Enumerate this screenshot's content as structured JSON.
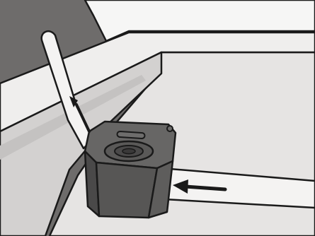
{
  "figure": {
    "description_visible_text": [],
    "colors": {
      "outline": "#1a1a1a",
      "dark_wall": "#6e6c6b",
      "floor": "#e6e4e3",
      "ledge_top": "#efeeed",
      "ledge_face": "#d3d1d0",
      "strap": "#f4f3f2",
      "block_top": "#676665",
      "block_side": "#575655",
      "block_side_dark": "#4a4949",
      "block_front": "#5e5d5c",
      "arrow": "#1a1a1a"
    },
    "icons": [
      "strap-buckle-block",
      "up-arrow",
      "left-arrow"
    ]
  }
}
